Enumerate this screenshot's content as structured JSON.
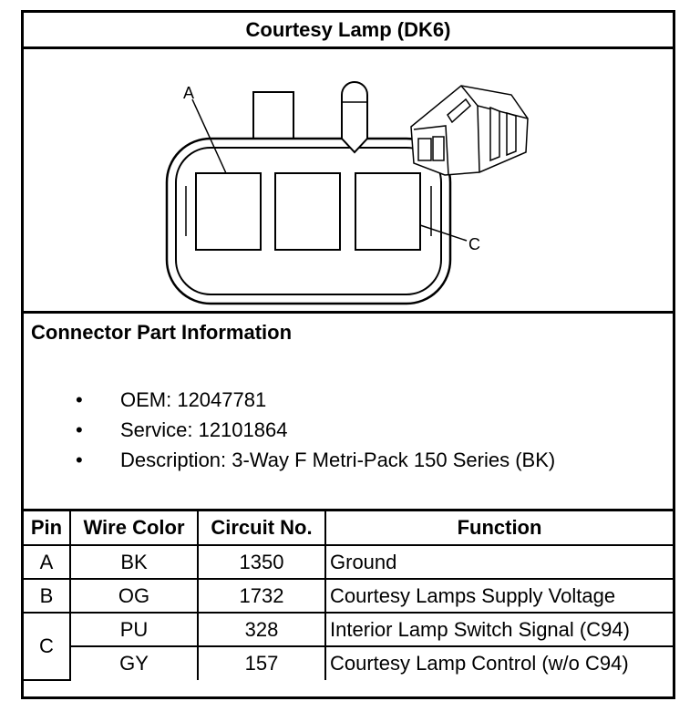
{
  "title": "Courtesy Lamp (DK6)",
  "diagram": {
    "label_a": "A",
    "label_c": "C"
  },
  "connector_info": {
    "heading": "Connector Part Information",
    "bullet": "•",
    "items": [
      "OEM: 12047781",
      "Service: 12101864",
      "Description: 3-Way F Metri-Pack 150 Series (BK)"
    ]
  },
  "table": {
    "headers": [
      "Pin",
      "Wire Color",
      "Circuit No.",
      "Function"
    ],
    "rows": [
      {
        "pin": "A",
        "wire_color": "BK",
        "circuit": "1350",
        "function": "Ground"
      },
      {
        "pin": "B",
        "wire_color": "OG",
        "circuit": "1732",
        "function": "Courtesy Lamps Supply Voltage"
      },
      {
        "pin": "C",
        "wire_color": "PU",
        "circuit": "328",
        "function": "Interior Lamp Switch Signal (C94)"
      },
      {
        "pin": "",
        "wire_color": "GY",
        "circuit": "157",
        "function": "Courtesy Lamp Control (w/o C94)"
      }
    ]
  }
}
